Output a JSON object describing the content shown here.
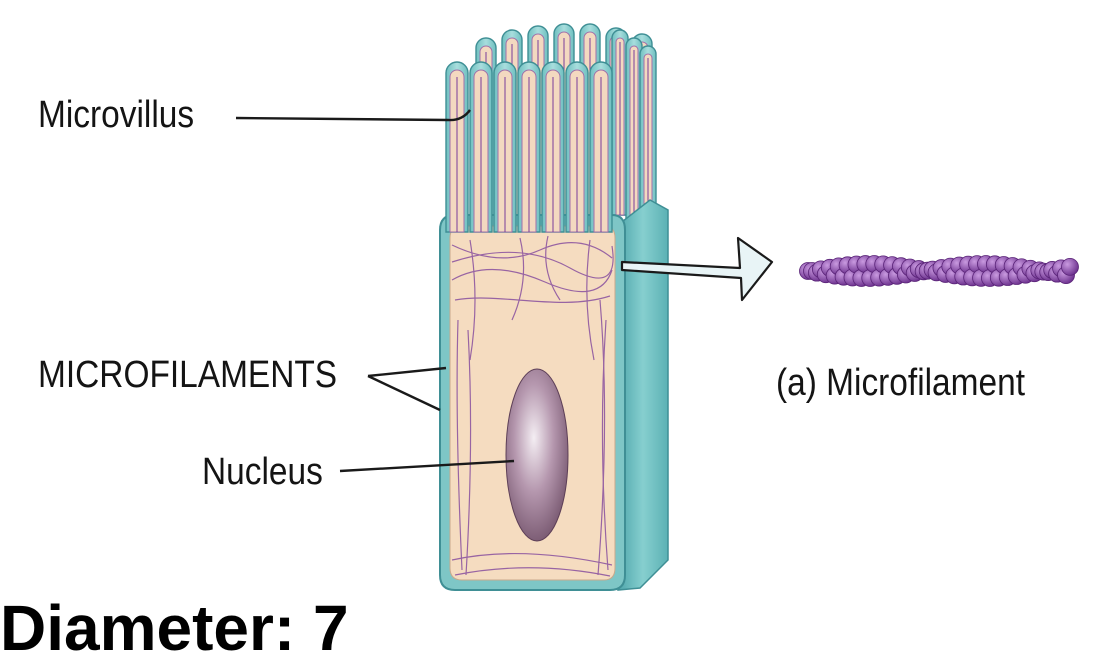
{
  "labels": {
    "microvillus": "Microvillus",
    "microfilaments": "MICROFILAMENTS",
    "nucleus": "Nucleus",
    "inset": "(a) Microfilament"
  },
  "footer": {
    "text": "Diameter: 7"
  },
  "colors": {
    "cell_side": "#5fb3b6",
    "cell_membrane": "#7ec6c6",
    "cytoplasm": "#f5dcc0",
    "microfilament": "#7a3d9a",
    "nucleus": "#8a6a80",
    "actin_bead": "#8e4fb0"
  }
}
